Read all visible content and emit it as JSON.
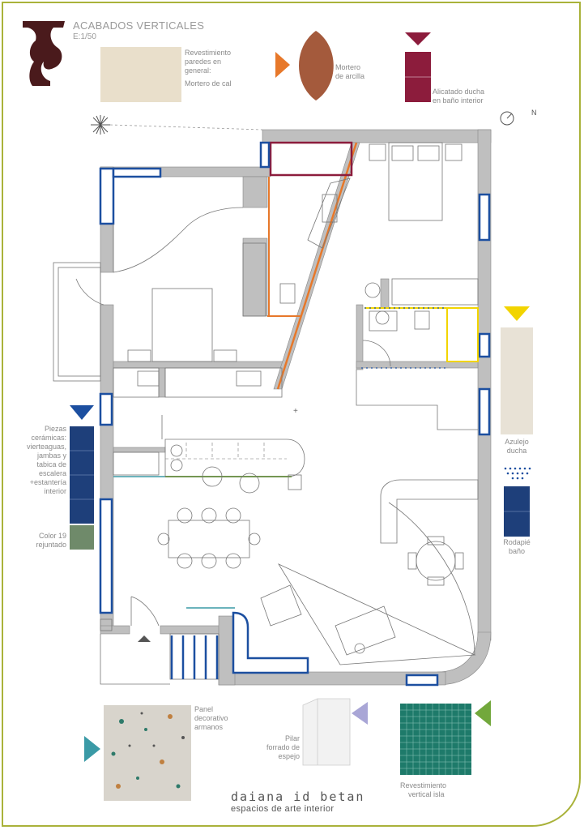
{
  "header": {
    "title": "ACABADOS VERTICALES",
    "scale": "E:1/50"
  },
  "legend": {
    "wall_finish": {
      "line1": "Revestimiento",
      "line2": "paredes en",
      "line3": "general:",
      "line4": "Mortero de cal"
    },
    "clay_mortar": {
      "line1": "Mortero",
      "line2": "de arcilla"
    },
    "shower_tiles": {
      "line1": "Alicatado ducha",
      "line2": "en baño interior"
    },
    "ceramic_pieces": {
      "line1": "Piezas",
      "line2": "cerámicas:",
      "line3": "vierteaguas,",
      "line4": "jambas y",
      "line5": "tabica de",
      "line6": "escalera",
      "line7": "+estantería",
      "line8": "interior"
    },
    "grout": {
      "line1": "Color 19",
      "line2": "rejuntado"
    },
    "shower_tile_2": {
      "line1": "Azulejo",
      "line2": "ducha"
    },
    "bath_skirting": {
      "line1": "Rodapié",
      "line2": "baño"
    },
    "panel": {
      "line1": "Panel",
      "line2": "decorativo",
      "line3": "armanos"
    },
    "pillar": {
      "line1": "Pilar",
      "line2": "forrado de",
      "line3": "espejo"
    },
    "island": {
      "line1": "Revestimiento",
      "line2": "vertical isla"
    }
  },
  "compass": {
    "label": "N"
  },
  "footer": {
    "brand": "daiana id betan",
    "tagline": "espacios de arte interior"
  },
  "colors": {
    "frame": "#a9b23a",
    "logo": "#4a1a1c",
    "blue": "#1c4fa0",
    "orange": "#e7782a",
    "maroon": "#8c1c3c",
    "yellow": "#f2d400",
    "green": "#72a83c",
    "teal": "#3a9aa6",
    "lavender": "#a9a6d6",
    "wall": "#bfbfbf"
  }
}
